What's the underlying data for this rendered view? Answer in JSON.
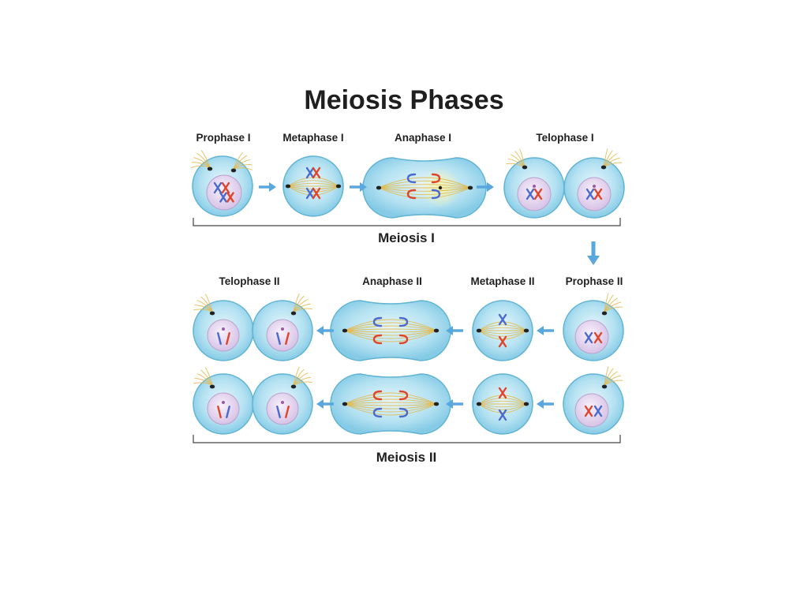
{
  "title": "Meiosis Phases",
  "meiosis1": {
    "label": "Meiosis I",
    "phases": [
      "Prophase I",
      "Metaphase I",
      "Anaphase I",
      "Telophase I"
    ]
  },
  "meiosis2": {
    "label": "Meiosis II",
    "phases": [
      "Telophase II",
      "Anaphase II",
      "Metaphase II",
      "Prophase II"
    ]
  },
  "colors": {
    "cell_fill": "#a8dcef",
    "cell_stroke": "#5fb3d3",
    "nucleus": "#e6d6f0",
    "chromosome_blue": "#4a6ad0",
    "chromosome_red": "#e0452a",
    "spindle": "#e4b94a",
    "arrow": "#5aa7de"
  }
}
